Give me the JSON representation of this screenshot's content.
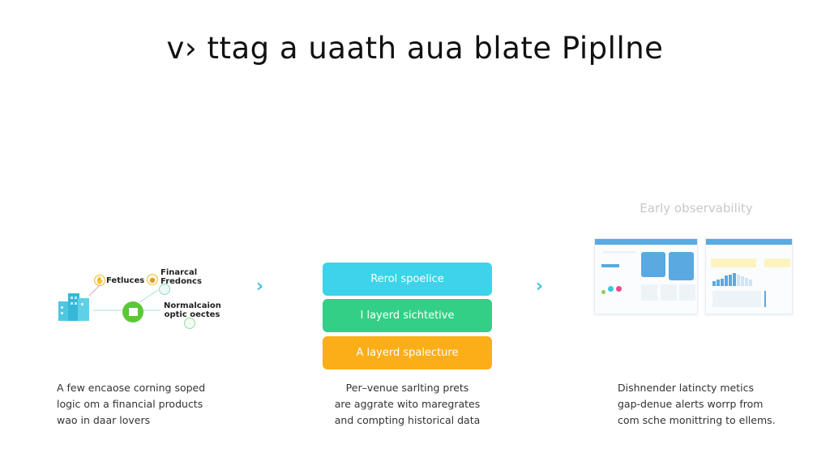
{
  "title": "v› ttag a uaath aua blate Pipllne",
  "left": {
    "labels": [
      "Fetluces",
      "Finarcal Fredoncs",
      "Normalcaion optic oectes"
    ],
    "caption": [
      "A few encaose corning soped",
      "logic om a financial products",
      "wao in daar lovers"
    ]
  },
  "middle": {
    "layers": [
      {
        "label": "Rerol spoelice",
        "color": "#3dd3ea"
      },
      {
        "label": "I layerd sichtetive",
        "color": "#33cf86"
      },
      {
        "label": "A layerd spalecture",
        "color": "#fbae17"
      }
    ],
    "caption": [
      "Per–venue sarlting prets",
      "are aggrate wito maregrates",
      "and compting historical data"
    ]
  },
  "right": {
    "heading": "Early observability",
    "caption": [
      "Dishnender latincty metics",
      "gap-denue alerts worrp from",
      "com sche monittring to ellems."
    ]
  },
  "arrows": {
    "glyph": "›",
    "color": "#3cc6dc"
  }
}
